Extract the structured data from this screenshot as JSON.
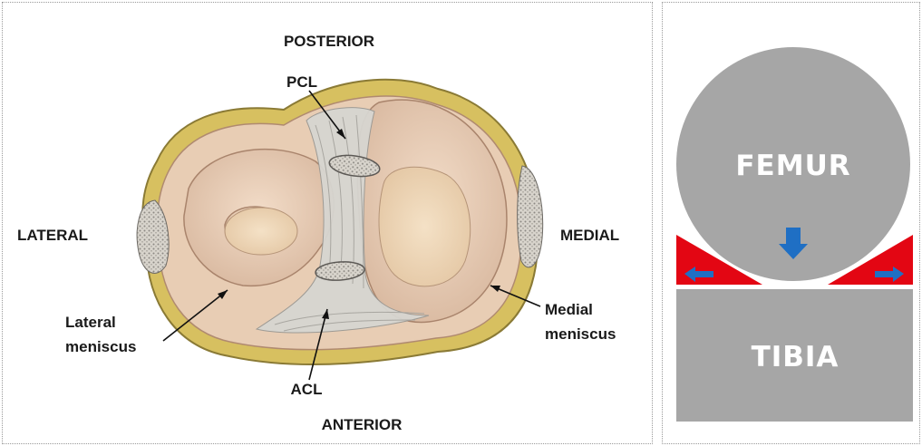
{
  "anatomy": {
    "posterior": "POSTERIOR",
    "anterior": "ANTERIOR",
    "lateral": "LATERAL",
    "medial": "MEDIAL",
    "pcl": "PCL",
    "acl": "ACL",
    "lateral_meniscus_line1": "Lateral",
    "lateral_meniscus_line2": "meniscus",
    "medial_meniscus_line1": "Medial",
    "medial_meniscus_line2": "meniscus"
  },
  "schematic": {
    "femur": "FEMUR",
    "tibia": "TIBIA",
    "colors": {
      "bone": "#a6a6a6",
      "meniscus": "#e30613",
      "arrow": "#1f6fc4"
    }
  }
}
